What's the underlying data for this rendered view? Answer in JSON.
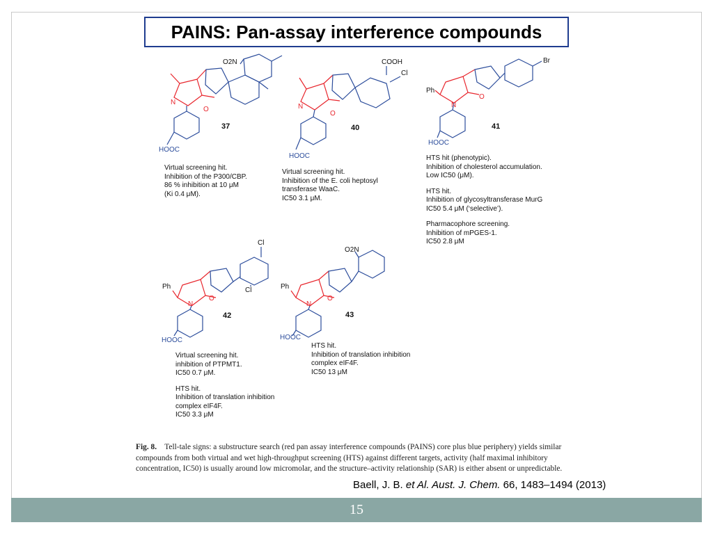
{
  "title": "PAINS: Pan-assay interference compounds",
  "compounds": [
    {
      "number": "37",
      "lines": [
        "Virtual screening hit.",
        "Inhibition of the P300/CBP.",
        "86 % inhibition at 10 μM",
        "(Ki 0.4 μM)."
      ]
    },
    {
      "number": "40",
      "lines": [
        "Virtual screening hit.",
        "Inhibition of the E. coli heptosyl",
        "transferase WaaC.",
        "IC50 3.1 μM."
      ]
    },
    {
      "number": "41",
      "lines": [
        "HTS hit (phenotypic).",
        "Inhibition of cholesterol accumulation.",
        "Low IC50 (μM).",
        "",
        "HTS hit.",
        "Inhibition of glycosyltransferase MurG",
        "IC50 5.4 μM (‘selective’).",
        "",
        "Pharmacophore screening.",
        "Inhibition of mPGES-1.",
        "IC50 2.8 μM"
      ]
    },
    {
      "number": "42",
      "lines": [
        "Virtual screening hit.",
        "inhibition of PTPMT1.",
        "IC50 0.7 μM.",
        "",
        "HTS hit.",
        "Inhibition of translation inhibition",
        "complex eIF4F.",
        "IC50 3.3 μM"
      ]
    },
    {
      "number": "43",
      "lines": [
        "HTS hit.",
        "Inhibition of translation inhibition",
        "complex eIF4F.",
        "IC50 13 μM"
      ]
    }
  ],
  "atom_labels": {
    "o2n": "O2N",
    "cooh": "COOH",
    "hoocl": "HOOC",
    "cl": "Cl",
    "br": "Br",
    "ph": "Ph",
    "n": "N",
    "o": "O"
  },
  "caption": {
    "label": "Fig. 8.",
    "text": "Tell-tale signs: a substructure search (red pan assay interference compounds (PAINS) core plus blue periphery) yields similar compounds from both virtual and wet high-throughput screening (HTS) against different targets, activity (half maximal inhibitory concentration, IC50) is usually around low micromolar, and the structure–activity relationship (SAR) is either absent or unpredictable."
  },
  "citation": {
    "authors": "Baell, J. B. ",
    "etal_journal": "et Al. Aust. J. Chem.",
    "rest": " 66, 1483–1494 (2013)"
  },
  "page_number": "15",
  "colors": {
    "core": "#e8262d",
    "periphery": "#2b4c9b",
    "title_border": "#1f3c8f",
    "footer": "#8aa7a4"
  }
}
